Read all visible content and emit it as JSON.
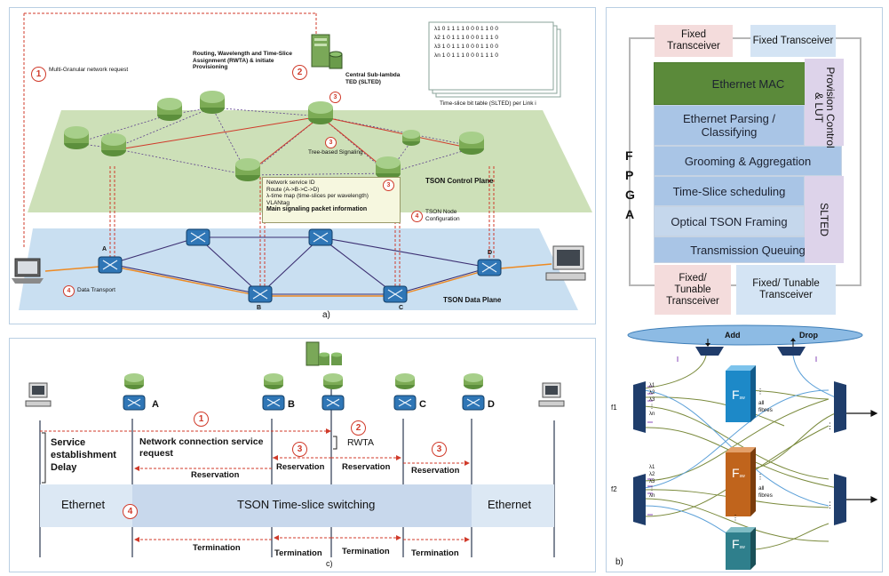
{
  "panel_a": {
    "caption": "a)",
    "step1_label": "Multi-Granular network request",
    "rwta_label": "Routing, Wavelength and Time-Slice Assignment (RWTA) & initiate Provisioning",
    "slted_label": "Central Sub-lambda TED (SLTED)",
    "bit_table_caption": "Time-slice bit table (SLTED) per Link i",
    "bit_rows": [
      {
        "id": "λ1",
        "bits": "0 1 1 1 1 0 0 0 1 1 0 0"
      },
      {
        "id": "λ2",
        "bits": "1 0 1 1 1 0 0 0 1 1 1 0"
      },
      {
        "id": "λ3",
        "bits": "1 0 1 1 1 0 0 0 1 1 0 0"
      },
      {
        "id": "λn",
        "bits": "1 0 1 1 1 0 0 0 1 1 1 0"
      }
    ],
    "tree_signaling": "Tree-based Signaling",
    "control_plane_label": "TSON Control Plane",
    "data_plane_label": "TSON Data Plane",
    "signal_box": {
      "items": [
        "Network service ID",
        "Route (A->B->C->D)",
        "λ-time map (time-slices per wavelength)",
        "VLANtag"
      ],
      "title": "Main signaling packet information"
    },
    "node_config": "TSON Node Configuration",
    "data_transport": "Data Transport",
    "nodes": [
      "A",
      "B",
      "C",
      "D"
    ],
    "step_numbers": [
      "1",
      "2",
      "3",
      "3",
      "3",
      "4",
      "4"
    ]
  },
  "panel_b": {
    "caption": "b)",
    "fpga_letters": [
      "F",
      "P",
      "G",
      "A"
    ],
    "top_transceivers": [
      "Fixed Transceiver",
      "Fixed Transceiver"
    ],
    "layers": [
      "Ethernet  MAC",
      "Ethernet Parsing / Classifying",
      "Grooming & Aggregation",
      "Time-Slice scheduling",
      "Optical TSON Framing",
      "Transmission Queuing"
    ],
    "side_labels": [
      "Provision Control & LUT",
      "SLTED"
    ],
    "bottom_transceivers": [
      "Fixed/ Tunable Transceiver",
      "Fixed/ Tunable Transceiver"
    ],
    "add_label": "Add",
    "drop_label": "Drop",
    "fibre_labels": [
      "f1",
      "f2"
    ],
    "lambda_labels_1": [
      "λ1",
      "λ2",
      "λ3",
      "⋮",
      "λn"
    ],
    "lambda_labels_2": [
      "λ1",
      "λ2",
      "λ3",
      "⋮",
      "λn"
    ],
    "switch_letter": "F",
    "switch_sub": "sw",
    "all_fibres": "all fibres",
    "dots": "⋮",
    "colors": {
      "mac": "#5b8a3a",
      "layer": "#a9c5e6",
      "pink": "#f4dcdc",
      "lavender": "#ddd3ea",
      "blue_sw": "#1d89c8",
      "orange_sw": "#c0641c",
      "teal_sw": "#2f7f8c"
    }
  },
  "panel_c": {
    "caption": "c)",
    "nodes": [
      "A",
      "B",
      "C",
      "D"
    ],
    "step_numbers": [
      "1",
      "2",
      "3",
      "3",
      "4"
    ],
    "service_delay": "Service establishment Delay",
    "connection_request": "Network connection service request",
    "rwta": "RWTA",
    "reservation": "Reservation",
    "termination": "Termination",
    "ethernet_left": "Ethernet",
    "ethernet_right": "Ethernet",
    "tson_switching": "TSON Time-slice switching"
  }
}
